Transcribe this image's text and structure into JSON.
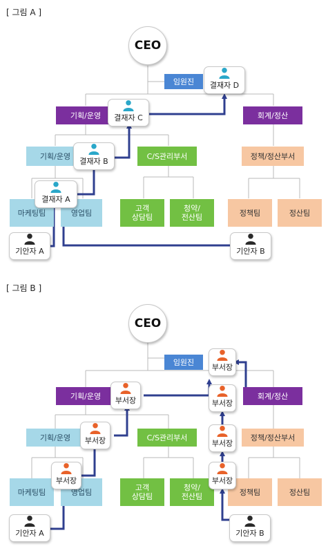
{
  "figure_a": {
    "caption": "[ 그림 A ]",
    "ceo": "CEO",
    "exec": "임원진",
    "planning_ops_top": "기획/운영",
    "accounting": "회계/정산",
    "planning_ops_sub": "기획/운영",
    "cs_dept": "C/S관리부서",
    "policy_dept": "정책/정산부서",
    "marketing": "마케팅팀",
    "sales": "영업팀",
    "cs_team1": "고객\n상담팀",
    "cs_team2": "청약/\n전산팀",
    "policy_team": "정책팀",
    "settle_team": "정산팀",
    "approver_a": "결재자 A",
    "approver_b": "결재자 B",
    "approver_c": "결재자 C",
    "approver_d": "결재자 D",
    "drafter_a": "기안자 A",
    "drafter_b": "기안자 B"
  },
  "figure_b": {
    "caption": "[ 그림 B ]",
    "ceo": "CEO",
    "exec": "임원진",
    "planning_ops_top": "기획/운영",
    "accounting": "회계/정산",
    "planning_ops_sub": "기획/운영",
    "cs_dept": "C/S관리부서",
    "policy_dept": "정책/정산부서",
    "marketing": "마케팅팀",
    "sales": "영업팀",
    "cs_team1": "고객\n상담팀",
    "cs_team2": "청약/\n전산팀",
    "policy_team": "정책팀",
    "settle_team": "정산팀",
    "dept_head": "부서장",
    "drafter_a": "기안자 A",
    "drafter_b": "기안자 B"
  },
  "colors": {
    "exec": "#4a86d4",
    "purple": "#7b2f9e",
    "lightblue": "#a6d8e8",
    "green": "#72c043",
    "orange": "#f7c7a2",
    "orange_head": "#f5a36a",
    "arrow": "#2f3f8f",
    "line": "#b8b8b8",
    "person_teal": "#2aa7c9",
    "person_orange": "#e8622a",
    "person_dark": "#2a2a2a"
  },
  "icons": {
    "approver": "person-teal-icon",
    "dept_head": "person-orange-icon",
    "drafter": "person-dark-icon"
  }
}
